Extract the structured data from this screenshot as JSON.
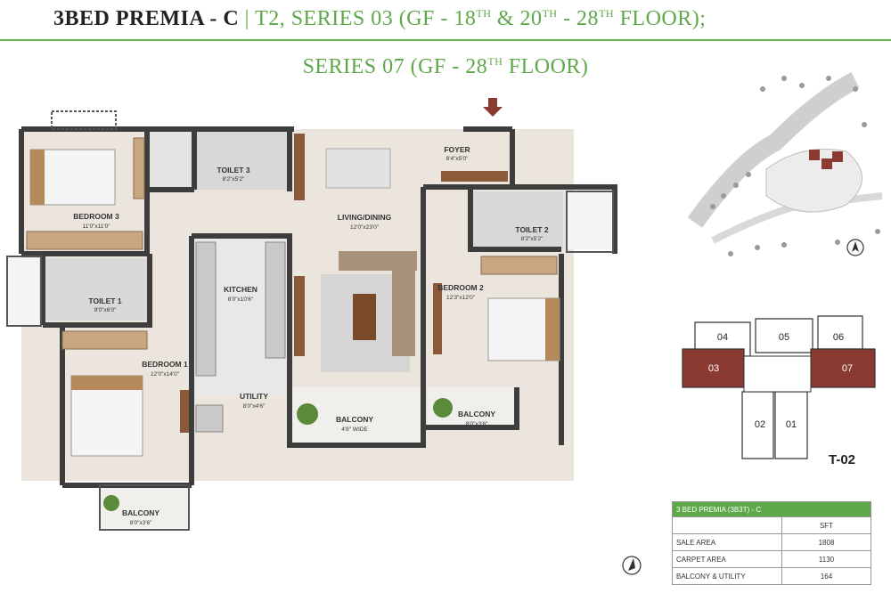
{
  "header": {
    "unit": "3BED PREMIA - C",
    "sep": " | ",
    "t2": "T2, SERIES 03 (GF - 18",
    "th": "TH",
    "and": " & 20",
    "dash": " - 28",
    "floor": " FLOOR);",
    "series07": "SERIES 07 (GF - 28",
    "floor2": " FLOOR)"
  },
  "rooms": {
    "bedroom3": {
      "name": "BEDROOM 3",
      "dim": "11'0\"x11'0\""
    },
    "toilet3": {
      "name": "TOILET 3",
      "dim": "8'2\"x5'2\""
    },
    "foyer": {
      "name": "FOYER",
      "dim": "8'4\"x5'0\""
    },
    "living": {
      "name": "LIVING/DINING",
      "dim": "12'0\"x23'0\""
    },
    "toilet2": {
      "name": "TOILET 2",
      "dim": "8'2\"x5'2\""
    },
    "toilet1": {
      "name": "TOILET 1",
      "dim": "9'0\"x6'0\""
    },
    "kitchen": {
      "name": "KITCHEN",
      "dim": "8'0\"x10'6\""
    },
    "bedroom2": {
      "name": "BEDROOM 2",
      "dim": "12'3\"x12'0\""
    },
    "bedroom1": {
      "name": "BEDROOM 1",
      "dim": "12'0\"x14'0\""
    },
    "utility": {
      "name": "UTILITY",
      "dim": "8'0\"x4'6\""
    },
    "balcony_main": {
      "name": "BALCONY",
      "dim": "4'8\" WIDE"
    },
    "balcony2": {
      "name": "BALCONY",
      "dim": "8'0\"x3'6\""
    },
    "balcony1": {
      "name": "BALCONY",
      "dim": "8'0\"x3'6\""
    }
  },
  "key_plan": {
    "units": [
      "04",
      "05",
      "06",
      "03",
      "07",
      "02",
      "01"
    ],
    "highlight_color": "#8b3a32",
    "tower": "T-02"
  },
  "area_table": {
    "title": "3 BED PREMIA (3B3T) - C",
    "unit_header": "SFT",
    "rows": [
      {
        "label": "SALE AREA",
        "value": "1808"
      },
      {
        "label": "CARPET AREA",
        "value": "1130"
      },
      {
        "label": "BALCONY & UTILITY",
        "value": "164"
      }
    ]
  },
  "colors": {
    "accent": "#5fa84a",
    "wall": "#3d3d3d",
    "entry_arrow": "#8b3a32"
  },
  "icons": [
    "entry-arrow-icon",
    "north-arrow-icon",
    "compass-icon"
  ]
}
